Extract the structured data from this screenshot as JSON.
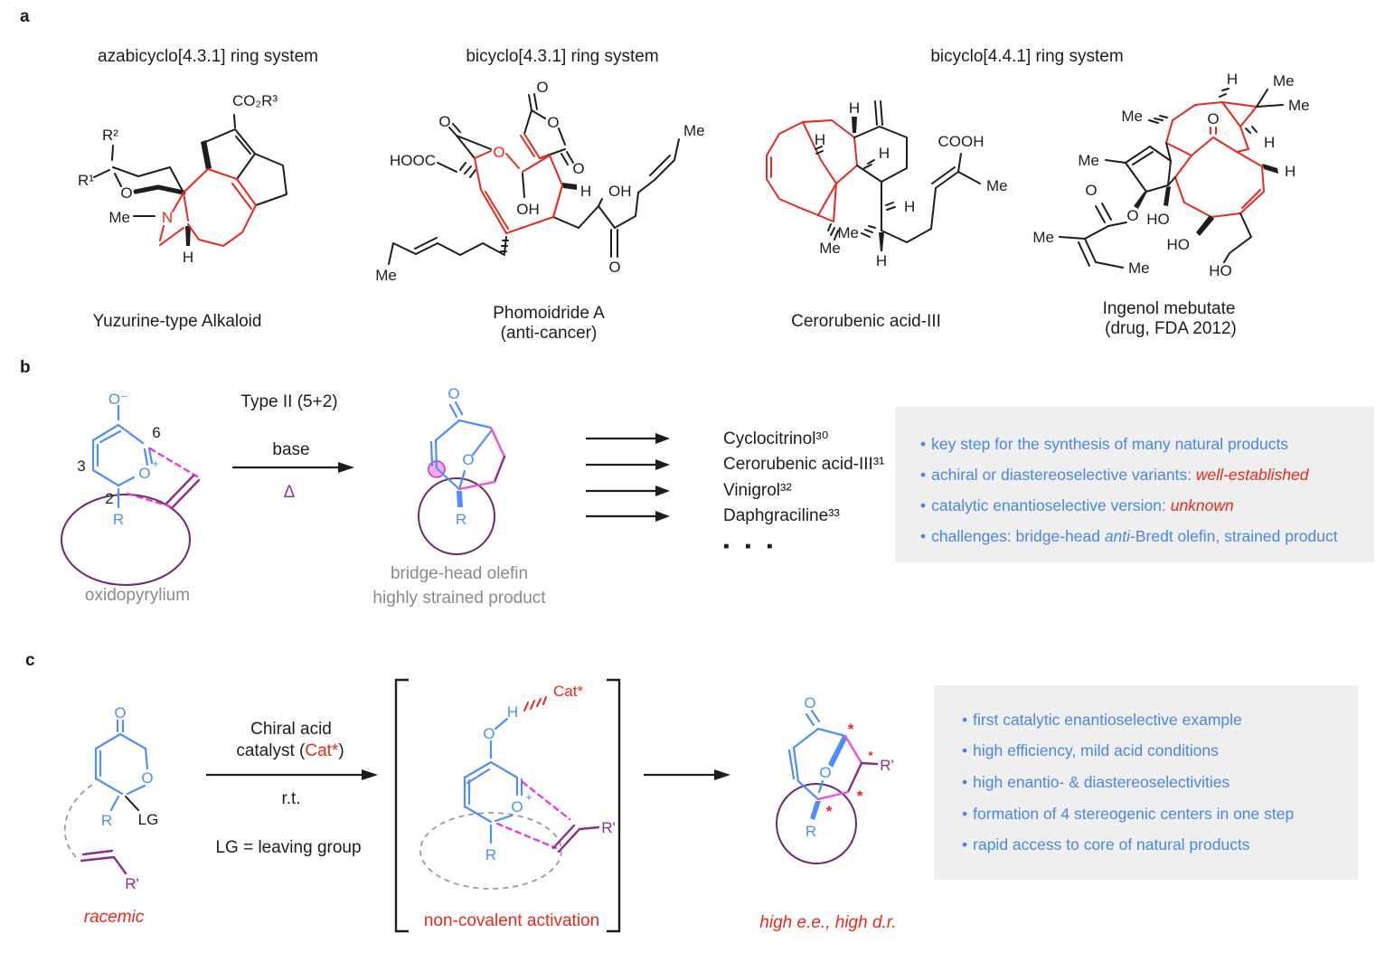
{
  "colors": {
    "structure_blue": "#4f8ef7",
    "text_blue": "#4a86e8",
    "red": "#e8291d",
    "magenta_dash": "#f02ce0",
    "magenta_bond": "#f04fd8",
    "purple_ring": "#6b2a70",
    "violet": "#8b2d8b",
    "delta_violet": "#9436a2",
    "caption_gray": "#8a8a8a",
    "box_bg": "#efefef",
    "black": "#1d1d1b"
  },
  "panel_a": {
    "label": "a",
    "ring_systems": [
      "azabicyclo[4.3.1] ring system",
      "bicyclo[4.3.1] ring system",
      "bicyclo[4.4.1] ring system"
    ],
    "molecules": {
      "yuzurine": {
        "name": "Yuzurine-type Alkaloid",
        "labels": {
          "co2r3": "CO₂R³",
          "r2": "R²",
          "r1": "R¹",
          "o": "O",
          "me": "Me",
          "n": "N",
          "h": "H"
        }
      },
      "phomoidride": {
        "name": "Phomoidride A",
        "subtitle": "(anti-cancer)",
        "labels": {
          "o": "O",
          "hooc": "HOOC",
          "oh": "OH",
          "h": "H",
          "me": "Me"
        }
      },
      "cerorubenic": {
        "name": "Cerorubenic acid-III",
        "labels": {
          "h": "H",
          "me": "Me",
          "cooh": "COOH"
        }
      },
      "ingenol": {
        "name": "Ingenol mebutate",
        "subtitle": "(drug, FDA 2012)",
        "labels": {
          "h": "H",
          "me": "Me",
          "o": "O",
          "ho": "HO"
        }
      }
    }
  },
  "panel_b": {
    "label": "b",
    "reaction": {
      "title": "Type II (5+2)",
      "reagent": "base",
      "condition": "Δ"
    },
    "oxidopyrylium": {
      "caption": "oxidopyrylium",
      "labels": {
        "o_minus": "O⁻",
        "o": "O",
        "plus": "+",
        "r": "R",
        "n6": "6",
        "n3": "3",
        "n2": "2"
      }
    },
    "product": {
      "caption_line1": "bridge-head olefin",
      "caption_line2": "highly strained product",
      "labels": {
        "o": "O",
        "r": "R"
      }
    },
    "targets": [
      "Cyclocitrinol³⁰",
      "Cerorubenic acid-III³¹",
      "Vinigrol³²",
      "Daphgraciline³³"
    ],
    "ellipsis": "▪ ▪ ▪",
    "highlights": {
      "bullet": "•",
      "items": [
        {
          "pre": "key step for the synthesis of many natural products",
          "em": "",
          "it": "",
          "post": ""
        },
        {
          "pre": "achiral or diastereoselective variants: ",
          "em": "well-established",
          "it": "",
          "post": ""
        },
        {
          "pre": "catalytic enantioselective version: ",
          "em": "unknown",
          "it": "",
          "post": ""
        },
        {
          "pre": "challenges: bridge-head ",
          "em": "",
          "it": "anti",
          "post": "-Bredt olefin, strained product"
        }
      ]
    }
  },
  "panel_c": {
    "label": "c",
    "reaction": {
      "line1": "Chiral acid",
      "line2_pre": "catalyst (",
      "line2_cat": "Cat*",
      "line2_post": ")",
      "condition": "r.t.",
      "note": "LG = leaving group"
    },
    "substrate": {
      "caption": "racemic",
      "labels": {
        "o": "O",
        "r": "R",
        "lg": "LG",
        "rp": "R'"
      }
    },
    "intermediate": {
      "caption": "non-covalent activation",
      "labels": {
        "cat": "Cat*",
        "h": "H",
        "o": "O",
        "plus": "+",
        "r": "R",
        "rp": "R'"
      }
    },
    "product": {
      "caption": "high e.e., high d.r.",
      "labels": {
        "o": "O",
        "r": "R",
        "rp": "R'",
        "star": "*"
      }
    },
    "highlights": {
      "bullet": "•",
      "items": [
        "first catalytic enantioselective example",
        "high efficiency, mild acid conditions",
        "high enantio- & diastereoselectivities",
        "formation of 4 stereogenic centers in one step",
        "rapid access to core of natural products"
      ]
    }
  }
}
